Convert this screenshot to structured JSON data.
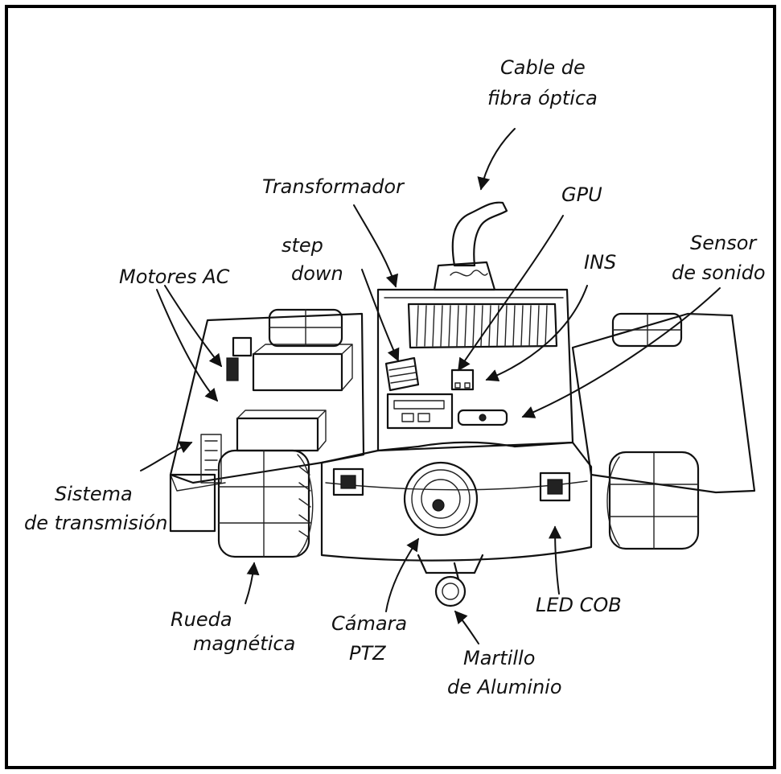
{
  "labels": {
    "cable": [
      "Cable de",
      "fibra óptica"
    ],
    "transformador": "Transformador",
    "gpu": "GPU",
    "step_down": [
      "step",
      "down"
    ],
    "motores": "Motores AC",
    "ins": "INS",
    "sensor": [
      "Sensor",
      "de sonido"
    ],
    "sistema": [
      "Sistema",
      "de transmisión"
    ],
    "rueda": [
      "Rueda",
      "magnética"
    ],
    "camara": [
      "Cámara",
      "PTZ"
    ],
    "martillo": [
      "Martillo",
      "de Aluminio"
    ],
    "led": "LED COB"
  }
}
